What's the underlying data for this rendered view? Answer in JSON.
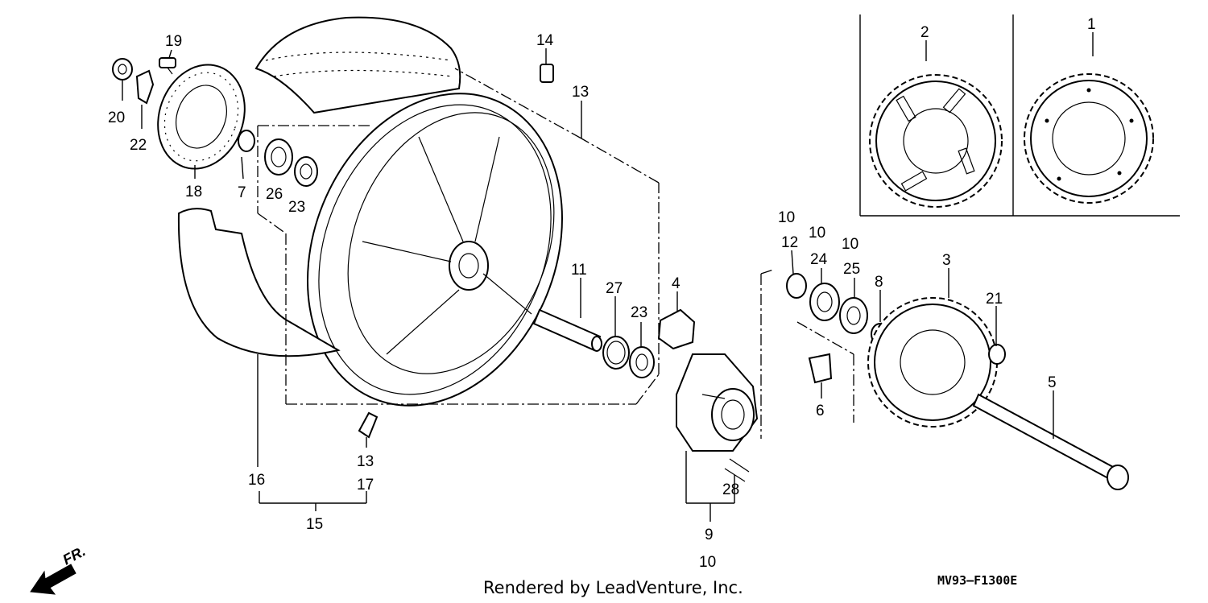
{
  "callouts": {
    "n1": "1",
    "n2": "2",
    "n3": "3",
    "n4": "4",
    "n5": "5",
    "n6": "6",
    "n7": "7",
    "n8": "8",
    "n9": "9",
    "n10a": "10",
    "n10b": "10",
    "n10c": "10",
    "n10d": "10",
    "n11": "11",
    "n12": "12",
    "n13a": "13",
    "n13b": "13",
    "n14": "14",
    "n15": "15",
    "n16": "16",
    "n17": "17",
    "n18": "18",
    "n19": "19",
    "n20": "20",
    "n21": "21",
    "n22": "22",
    "n23a": "23",
    "n23b": "23",
    "n24": "24",
    "n25": "25",
    "n26": "26",
    "n27": "27",
    "n28": "28"
  },
  "direction_label": "FR.",
  "footer": {
    "credit": "Rendered by LeadVenture, Inc.",
    "diagram_code": "MV93–F1300E"
  }
}
